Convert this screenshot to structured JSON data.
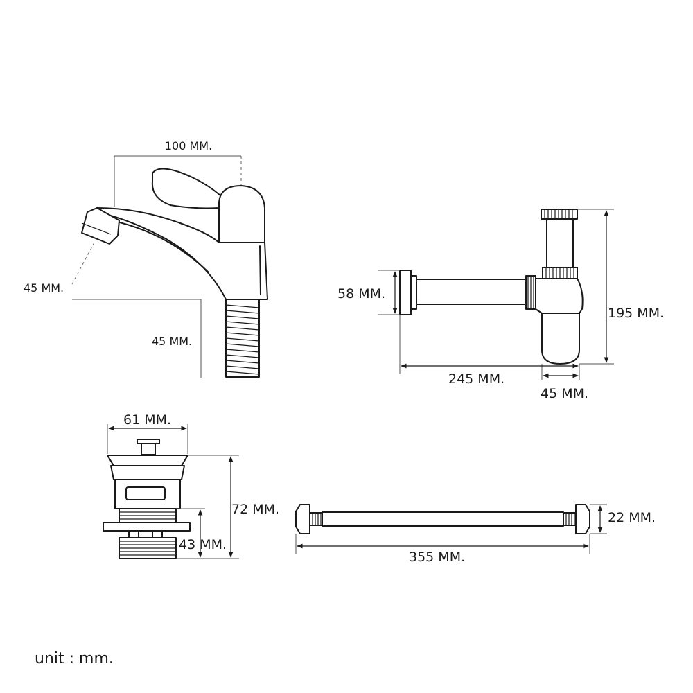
{
  "faucet": {
    "width_label": "100 MM.",
    "spout_label": "45 MM.",
    "hose_label": "45 MM."
  },
  "bottle_trap": {
    "flange_label": "58 MM.",
    "height_label": "195 MM.",
    "length_label": "245 MM.",
    "body_label": "45 MM."
  },
  "pop_up_drain": {
    "width_label": "61 MM.",
    "height_label": "72 MM.",
    "thread_label": "43 MM."
  },
  "connector_hose": {
    "length_label": "355 MM.",
    "nut_label": "22 MM."
  },
  "unit_note": "unit : mm."
}
